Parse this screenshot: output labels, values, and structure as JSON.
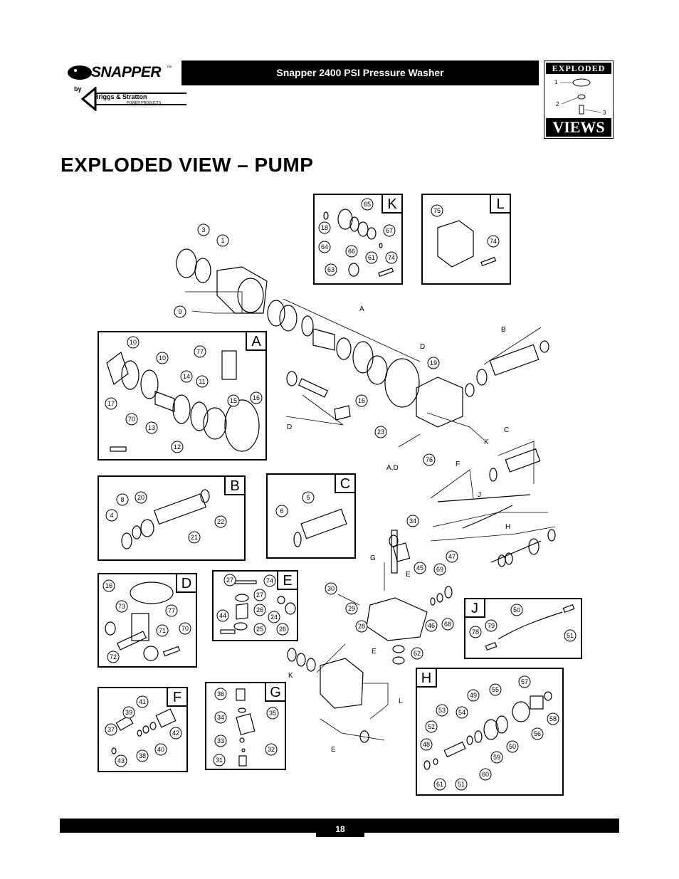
{
  "header": {
    "logo_word": "SNAPPER",
    "logo_tm": "™",
    "logo_by": "by",
    "logo_brand": "Briggs & Stratton",
    "logo_sub": "POWER PRODUCTS",
    "title": "Snapper 2400 PSI Pressure Washer",
    "badge_top": "EXPLODED",
    "badge_bottom": "VIEWS",
    "badge_nums": [
      "1",
      "2",
      "3"
    ]
  },
  "page_title": "EXPLODED VIEW – PUMP",
  "panels": {
    "A": "A",
    "B": "B",
    "C": "C",
    "D": "D",
    "E": "E",
    "F": "F",
    "G": "G",
    "H": "H",
    "J": "J",
    "K": "K",
    "L": "L"
  },
  "main_labels": [
    "3",
    "1",
    "9",
    "16",
    "23",
    "19",
    "76",
    "34",
    "45",
    "47",
    "69",
    "68",
    "46",
    "30",
    "29",
    "28",
    "62"
  ],
  "main_letters": [
    "A",
    "B",
    "C",
    "D",
    "D",
    "K",
    "A,D",
    "F",
    "J",
    "H",
    "G",
    "E",
    "E",
    "K",
    "L",
    "E"
  ],
  "panel_labels": {
    "A": [
      "10",
      "10",
      "77",
      "14",
      "11",
      "17",
      "13",
      "15",
      "16",
      "70",
      "12"
    ],
    "B": [
      "8",
      "20",
      "4",
      "22",
      "21"
    ],
    "C": [
      "5",
      "6"
    ],
    "D": [
      "16",
      "73",
      "77",
      "71",
      "70",
      "72"
    ],
    "E": [
      "27",
      "74",
      "27",
      "26",
      "44",
      "24",
      "25",
      "26"
    ],
    "F": [
      "41",
      "39",
      "37",
      "42",
      "40",
      "38",
      "43"
    ],
    "G": [
      "36",
      "35",
      "34",
      "33",
      "32",
      "31"
    ],
    "H": [
      "57",
      "55",
      "49",
      "53",
      "54",
      "58",
      "52",
      "56",
      "50",
      "48",
      "59",
      "60",
      "51",
      "61"
    ],
    "J": [
      "50",
      "78",
      "79",
      "51"
    ],
    "K": [
      "65",
      "18",
      "67",
      "64",
      "66",
      "61",
      "74",
      "63"
    ],
    "L": [
      "75",
      "74"
    ]
  },
  "footer": {
    "page_number": "18"
  }
}
